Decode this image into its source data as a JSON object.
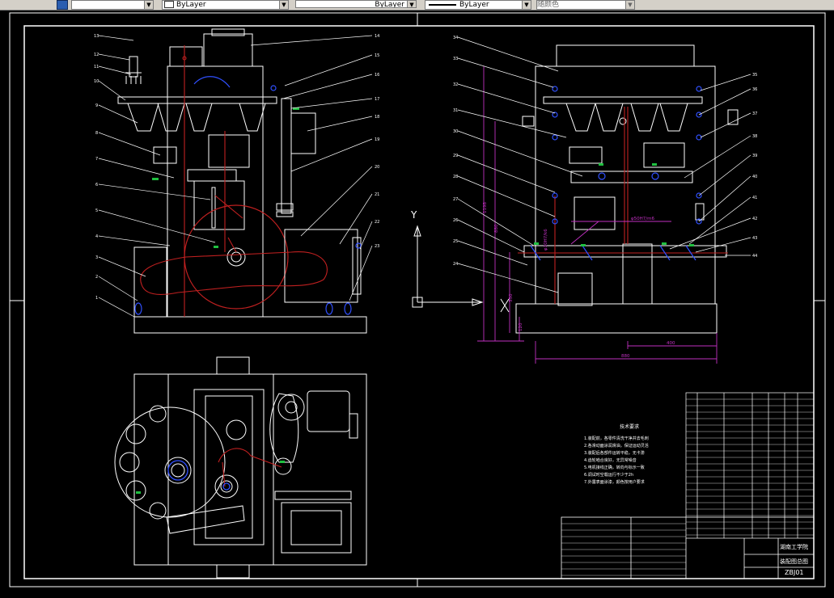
{
  "toolbar": {
    "dropdown1": "",
    "dropdown2": "ByLayer",
    "dropdown3": "ByLayer",
    "dropdown4": "ByLayer",
    "dropdown5": "随颜色"
  },
  "axis": {
    "y": "Y"
  },
  "dims": {
    "d1198": "1198",
    "d880": "880",
    "d400": "400",
    "d350": "350",
    "d120": "120",
    "dfit": "φ50H7/m6",
    "dfit2": "φ30H7/k6"
  },
  "front_labels_left": [
    "13",
    "12",
    "11",
    "10",
    "9",
    "8",
    "7",
    "6",
    "5",
    "4",
    "3",
    "2",
    "1"
  ],
  "front_labels_right": [
    "14",
    "15",
    "16",
    "17",
    "18",
    "19",
    "20",
    "21",
    "22",
    "23"
  ],
  "side_labels_left": [
    "34",
    "33",
    "32",
    "31",
    "30",
    "29",
    "28",
    "27",
    "26",
    "25",
    "24"
  ],
  "side_labels_right": [
    "35",
    "36",
    "37",
    "38",
    "39",
    "40",
    "41",
    "42",
    "43",
    "44"
  ],
  "notes": {
    "title": "技术要求",
    "lines": [
      "1.装配前，各零件清洗干净并去毛刺",
      "2.各滑动面涂润滑油，保证运动灵活",
      "3.装配后各部件运转平稳，无卡滞",
      "4.齿轮啮合良好，无异常噪音",
      "5.电机接线正确，转向与标示一致",
      "6.调试时空载运行不少于2h",
      "7.外露表面涂漆，颜色按用户要求"
    ]
  },
  "titleblock": {
    "school": "湖南工学院",
    "drawing": "装配图总图",
    "code": "ZBJ01"
  }
}
